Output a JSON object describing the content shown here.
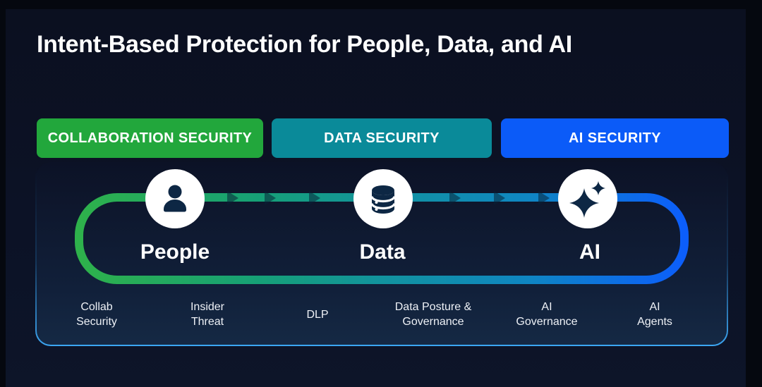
{
  "title": "Intent-Based Protection for People, Data, and AI",
  "pills": [
    {
      "label": "COLLABORATION SECURITY",
      "color": "#22a73c"
    },
    {
      "label": "DATA SECURITY",
      "color": "#0a8a99"
    },
    {
      "label": "AI SECURITY",
      "color": "#0b5bf8"
    }
  ],
  "nodes": [
    {
      "label": "People",
      "icon": "person-icon"
    },
    {
      "label": "Data",
      "icon": "database-icon"
    },
    {
      "label": "AI",
      "icon": "ai-sparkle-icon"
    }
  ],
  "footer_labels": [
    "Collab\nSecurity",
    "Insider\nThreat",
    "DLP",
    "Data Posture &\nGovernance",
    "AI\nGovernance",
    "AI\nAgents"
  ],
  "colors": {
    "loop_start": "#2eb14b",
    "loop_green_mid": "#16a077",
    "loop_mid": "#12939e",
    "loop_teal_blue": "#0f86c2",
    "loop_end": "#0c5efb",
    "arrow_overlay": "rgba(8,35,55,0.55)",
    "icon_glyph": "#0d2744",
    "panel_border_glow": "#2f9ff2",
    "background": "#0c1226"
  }
}
